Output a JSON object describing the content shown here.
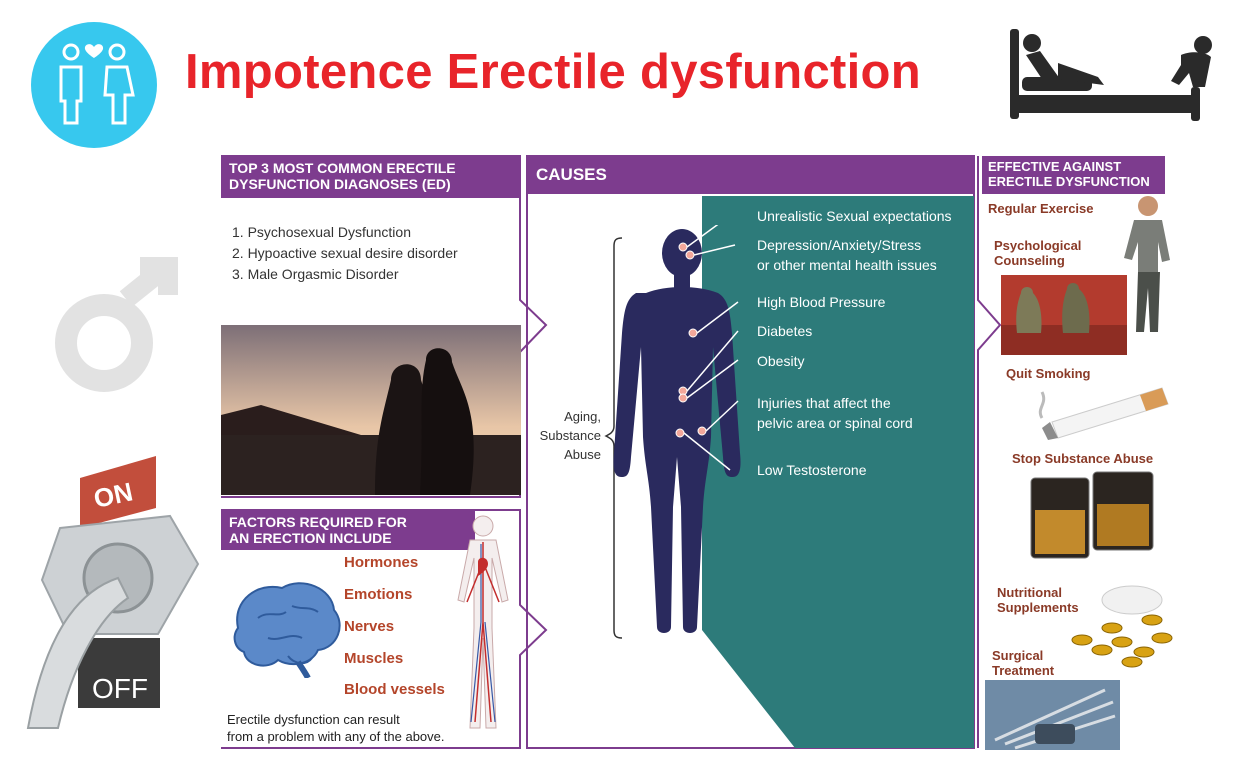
{
  "title": "Impotence Erectile dysfunction",
  "icons": {
    "couple": "couple-icon",
    "bed": "bed-rest-icon",
    "male_symbol": "male-symbol-icon",
    "switch": "on-off-switch-icon"
  },
  "switch": {
    "on_label": "ON",
    "off_label": "OFF"
  },
  "diagnoses": {
    "heading_line1": "TOP 3 MOST COMMON ERECTILE",
    "heading_line2": "DYSFUNCTION DIAGNOSES (ED)",
    "items": [
      "1.  Psychosexual Dysfunction",
      "2.  Hypoactive sexual desire disorder",
      "3.  Male Orgasmic Disorder"
    ]
  },
  "factors": {
    "heading_line1": "FACTORS REQUIRED FOR",
    "heading_line2": "AN ERECTION INCLUDE",
    "items": [
      "Hormones",
      "Emotions",
      "Nerves",
      "Muscles",
      "Blood vessels"
    ],
    "note_line1": "Erectile dysfunction can result",
    "note_line2": "from a problem with any of the above."
  },
  "causes": {
    "heading": "CAUSES",
    "side_label": [
      "Aging,",
      "Substance",
      "Abuse"
    ],
    "items": [
      "Unrealistic Sexual expectations",
      "Depression/Anxiety/Stress",
      "or other mental health issues",
      "High Blood Pressure",
      "Diabetes",
      "Obesity",
      "Injuries that affect the",
      "pelvic area or spinal cord",
      "Low Testosterone"
    ]
  },
  "effective": {
    "heading_line1": "EFFECTIVE AGAINST",
    "heading_line2": "ERECTILE DYSFUNCTION",
    "items": [
      "Regular Exercise",
      "Psychological",
      "Counseling",
      "Quit Smoking",
      "Stop Substance Abuse",
      "Nutritional",
      "Supplements",
      "Surgical",
      "Treatment"
    ]
  },
  "colors": {
    "title_red": "#e8242a",
    "purple": "#7d3c8e",
    "teal": "#2d7b7a",
    "navy_figure": "#2a2a5e",
    "badge_blue": "#37c8ee"
  }
}
